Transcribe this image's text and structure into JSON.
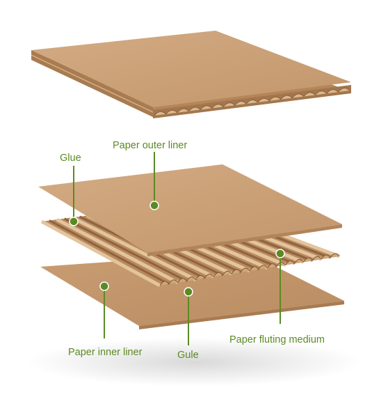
{
  "diagram": {
    "labels": {
      "outer_liner": "Paper outer liner",
      "glue_top": "Glue",
      "inner_liner": "Paper inner liner",
      "glue_bottom": "Gule",
      "fluting_medium": "Paper fluting medium"
    },
    "colors": {
      "callout": "#5b8a23",
      "board_top": "#caa078",
      "board_edge": "#b48457",
      "flute_light": "#d8b48a",
      "flute_dark": "#9c6f45",
      "shadow": "#e6e6e6"
    }
  }
}
